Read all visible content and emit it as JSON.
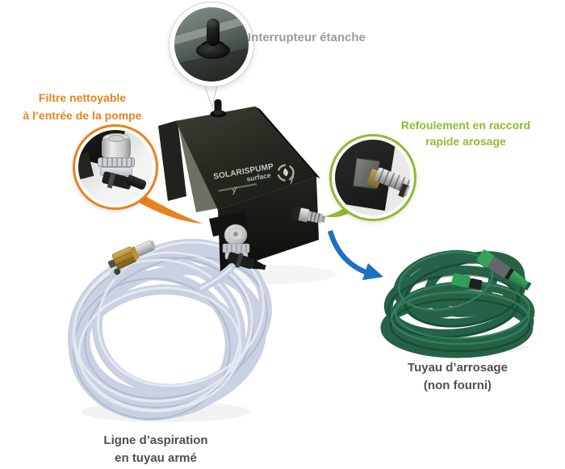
{
  "callouts": {
    "switch": {
      "label": "Interrupteur étanche"
    },
    "filter": {
      "line1": "Filtre nettoyable",
      "line2": "à l’entrée de la pompe"
    },
    "outlet": {
      "line1": "Refoulement en raccord",
      "line2": "rapide arosage"
    }
  },
  "pump": {
    "brand": "SOLARISPUMP",
    "model": "surface"
  },
  "items": {
    "garden_hose": {
      "line1": "Tuyau d’arrosage",
      "line2": "(non fourni)"
    },
    "suction_line": {
      "line1": "Ligne d’aspiration",
      "line2": "en tuyau armé"
    }
  },
  "colors": {
    "accent_orange": "#e8821e",
    "accent_green": "#8fbc2f",
    "arrow_blue": "#1e70c2",
    "label_gray": "#9b9b9b",
    "label_dark": "#4f4f4f"
  },
  "icons": {
    "pump_logo": "circular-arrows-water-drop",
    "flow_arrow": "curved-arrow-down-right"
  }
}
